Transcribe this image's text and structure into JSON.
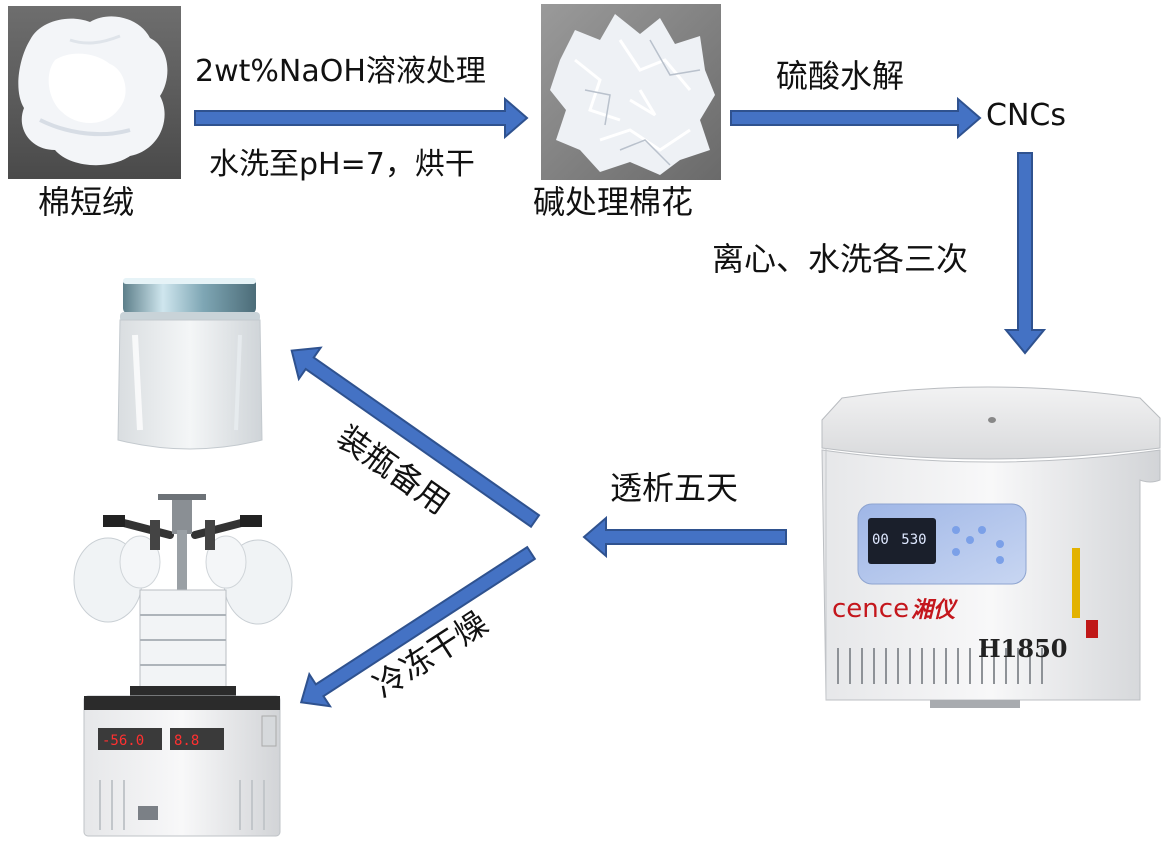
{
  "diagram": {
    "nodes": {
      "raw_cotton": {
        "label": "棉短绒"
      },
      "alkali_cotton": {
        "label": "碱处理棉花"
      },
      "cncs": {
        "label": "CNCs"
      },
      "centrifuge": {
        "brand": "cence",
        "brand_cn": "湘仪",
        "model": "H1850",
        "display_left": "00",
        "display_right": "530"
      }
    },
    "edges": {
      "naoh": {
        "label_top": "2wt%NaOH溶液处理",
        "label_bottom": "水洗至pH=7，烘干"
      },
      "hydrolysis": {
        "label": "硫酸水解"
      },
      "wash": {
        "label": "离心、水洗各三次"
      },
      "dialysis": {
        "label": "透析五天"
      },
      "bottle": {
        "label": "装瓶备用"
      },
      "freeze": {
        "label": "冷冻干燥"
      }
    },
    "colors": {
      "arrow_fill": "#4472C4",
      "arrow_stroke": "#2F528F"
    }
  }
}
